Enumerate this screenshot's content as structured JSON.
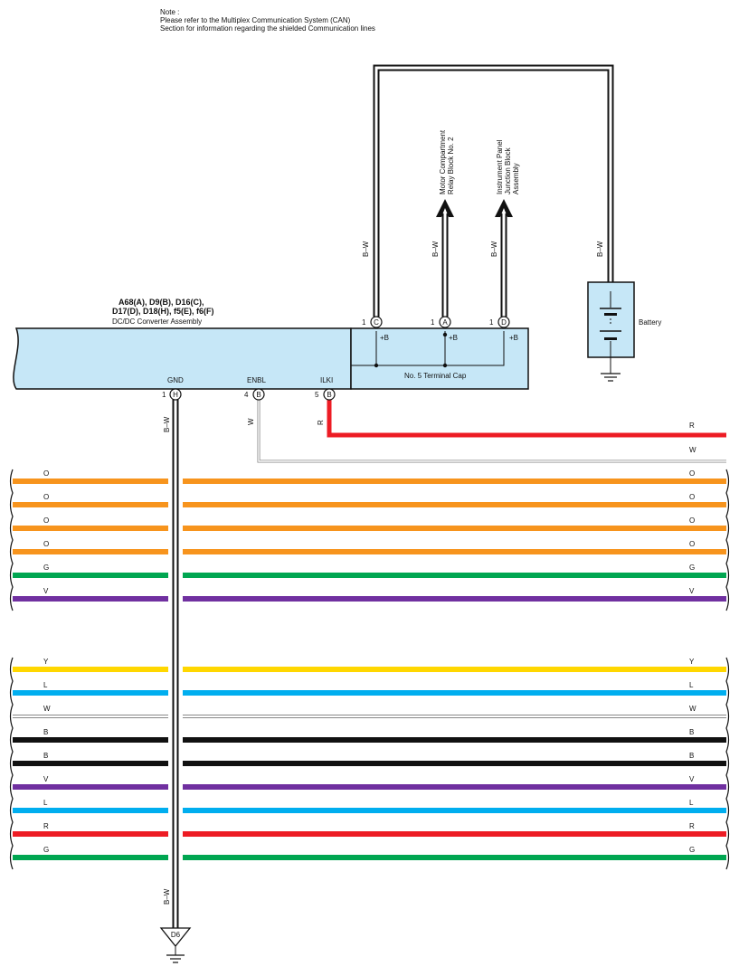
{
  "note": {
    "line1": "Note :",
    "line2": "Please refer to the Multiplex Communication System (CAN)",
    "line3": "Section for information regarding the shielded Communication lines"
  },
  "assembly": {
    "connectors_line1": "A68(A), D9(B), D16(C),",
    "connectors_line2": "D17(D), D18(H), f5(E), f6(F)",
    "name": "DC/DC Converter Assembly",
    "terminal_cap": "No.  5 Terminal Cap"
  },
  "pins": {
    "c": {
      "num": "1",
      "letter": "C",
      "func": "+B"
    },
    "a": {
      "num": "1",
      "letter": "A",
      "func": "+B"
    },
    "d": {
      "num": "1",
      "letter": "D",
      "func": "+B"
    },
    "gnd": {
      "num": "1",
      "letter": "H",
      "func": "GND"
    },
    "enbl": {
      "num": "4",
      "letter": "B",
      "func": "ENBL"
    },
    "ilki": {
      "num": "5",
      "letter": "B",
      "func": "ILKI"
    }
  },
  "destinations": {
    "motor_line1": "Motor Compartment",
    "motor_line2": "Relay Block No.  2",
    "ip_line1": "Instrument Panel",
    "ip_line2": "Junction Block",
    "ip_line3": "Assembly"
  },
  "battery_label": "Battery",
  "ground_label": "D6",
  "wire_labels": {
    "bw": "B–W",
    "w": "W",
    "r": "R"
  },
  "colors": {
    "O": "#f7941d",
    "G": "#00a651",
    "V": "#7030a0",
    "Y": "#ffd700",
    "L": "#00aeef",
    "W": "#ffffff",
    "B": "#111111",
    "R": "#ed1c24",
    "assembly_fill": "#c6e7f7"
  },
  "bus_group1": [
    {
      "code": "O"
    },
    {
      "code": "O"
    },
    {
      "code": "O"
    },
    {
      "code": "O"
    },
    {
      "code": "G"
    },
    {
      "code": "V"
    }
  ],
  "bus_group2": [
    {
      "code": "Y"
    },
    {
      "code": "L"
    },
    {
      "code": "W"
    },
    {
      "code": "B"
    },
    {
      "code": "B"
    },
    {
      "code": "V"
    },
    {
      "code": "L"
    },
    {
      "code": "R"
    },
    {
      "code": "G"
    }
  ]
}
